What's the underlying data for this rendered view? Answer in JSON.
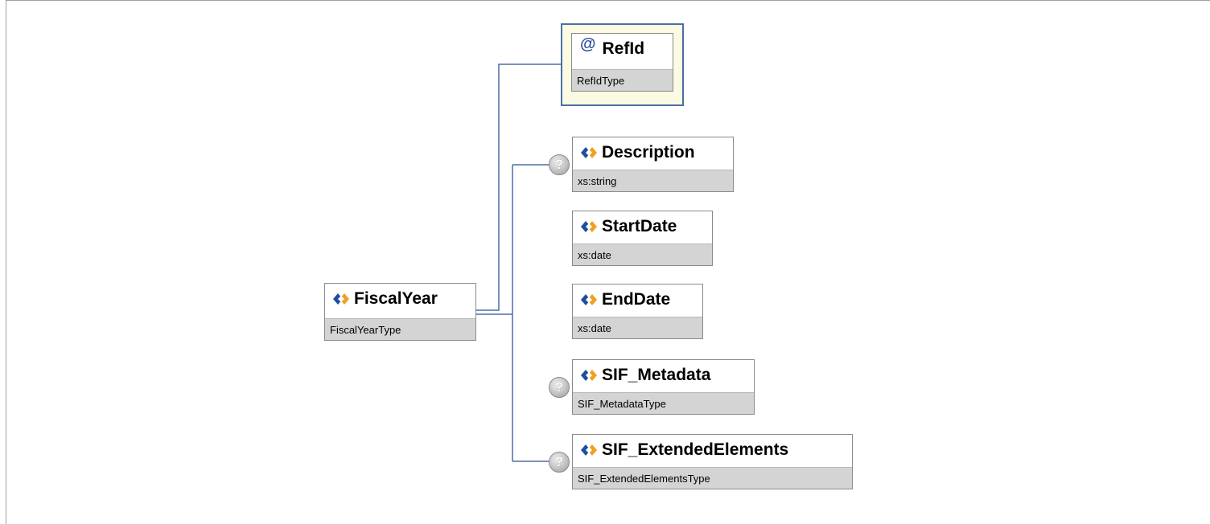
{
  "root": {
    "name": "FiscalYear",
    "type": "FiscalYearType"
  },
  "attribute": {
    "name": "RefId",
    "type": "RefIdType",
    "icon": "at-sign-icon"
  },
  "children": [
    {
      "name": "Description",
      "type": "xs:string",
      "optional": true
    },
    {
      "name": "StartDate",
      "type": "xs:date",
      "optional": false
    },
    {
      "name": "EndDate",
      "type": "xs:date",
      "optional": false
    },
    {
      "name": "SIF_Metadata",
      "type": "SIF_MetadataType",
      "optional": true
    },
    {
      "name": "SIF_ExtendedElements",
      "type": "SIF_ExtendedElementsType",
      "optional": true
    }
  ],
  "optional_marker": "?",
  "colors": {
    "connector": "#4a6fa5",
    "type_band": "#d4d4d4",
    "attribute_bg": "#fbfbe3"
  }
}
